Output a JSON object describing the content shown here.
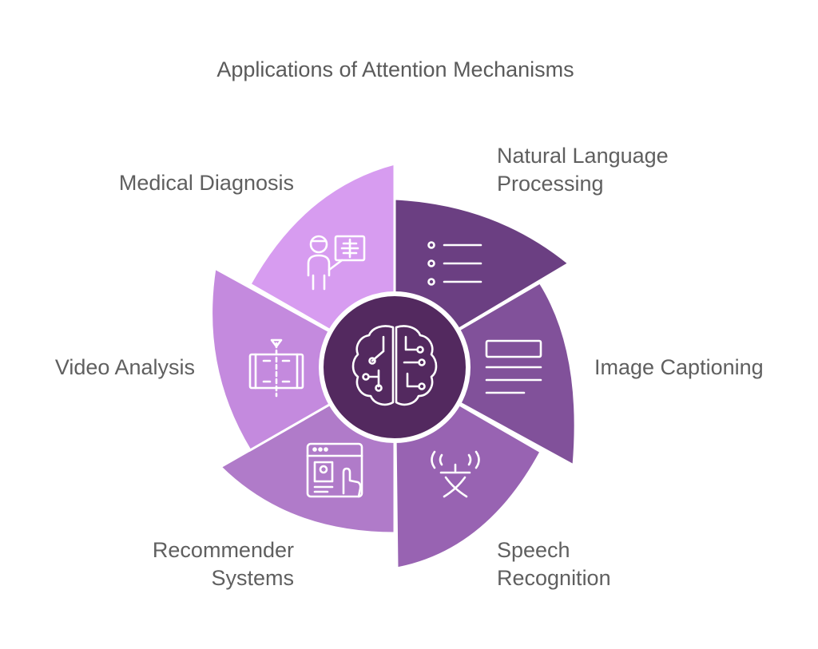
{
  "title": "Applications of Attention Mechanisms",
  "center": {
    "icon": "brain-circuit-icon"
  },
  "segments": [
    {
      "id": "nlp",
      "lines": [
        "Natural Language",
        "Processing"
      ],
      "icon": "list-icon",
      "color": "#6b3f82"
    },
    {
      "id": "captioning",
      "lines": [
        "Image Captioning"
      ],
      "icon": "text-lines-icon",
      "color": "#81519a"
    },
    {
      "id": "speech",
      "lines": [
        "Speech",
        "Recognition"
      ],
      "icon": "voice-translate-icon",
      "color": "#9863b2"
    },
    {
      "id": "recommender",
      "lines": [
        "Recommender",
        "Systems"
      ],
      "icon": "profile-click-icon",
      "color": "#b07bc9"
    },
    {
      "id": "video",
      "lines": [
        "Video Analysis"
      ],
      "icon": "film-strip-icon",
      "color": "#c48ade"
    },
    {
      "id": "medical",
      "lines": [
        "Medical Diagnosis"
      ],
      "icon": "doctor-xray-icon",
      "color": "#d79cf0"
    }
  ],
  "colors": {
    "center": "#53295f",
    "text": "#5f5f5f"
  }
}
